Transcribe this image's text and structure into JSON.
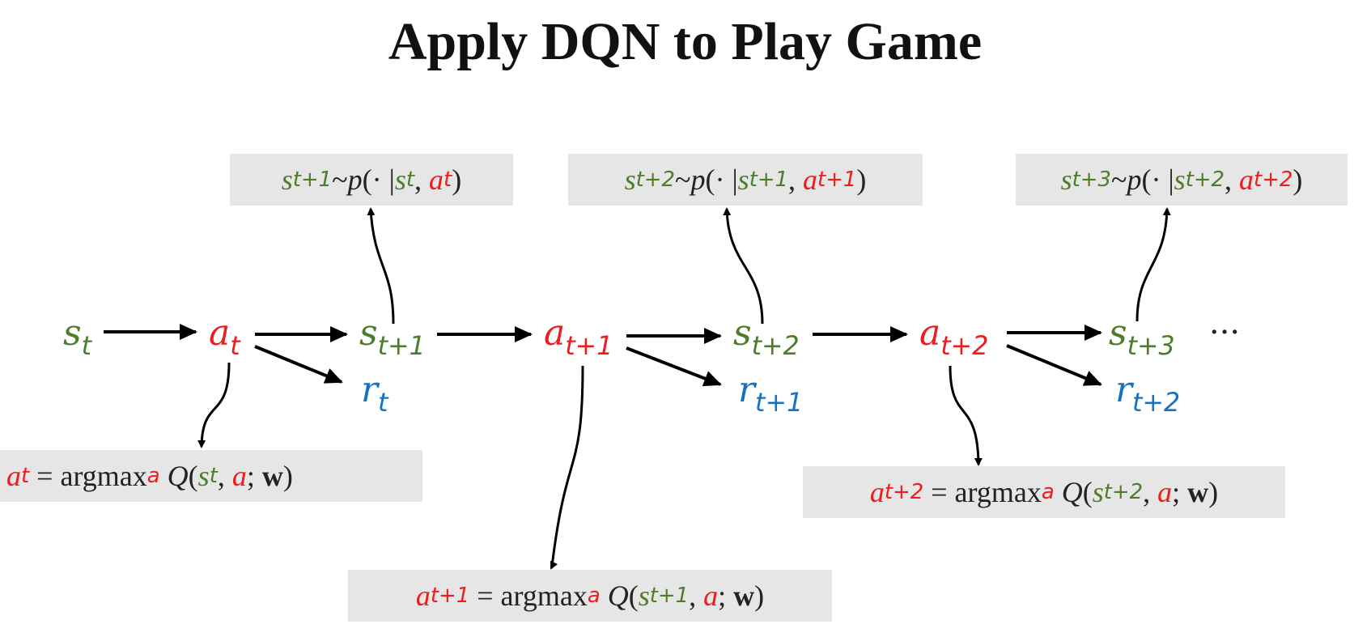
{
  "title": "Apply DQN to Play Game",
  "symbols": {
    "s": "s",
    "a": "a",
    "r": "r",
    "p": "p",
    "Q": "Q",
    "w": "w",
    "argmax": "argmax",
    "tilde": "~",
    "dot": "·",
    "eq": "=",
    "lparen": "(",
    "rparen": ")",
    "bar": "|",
    "comma": ",",
    "semicolon": ";"
  },
  "subscripts": {
    "t": "t",
    "t1": "t+1",
    "t2": "t+2",
    "t3": "t+3"
  },
  "ellipsis": "···",
  "colors": {
    "state": "#4e7d2a",
    "action": "#ee1c1c",
    "reward": "#1671c3",
    "box_bg": "#e6e6e6",
    "arrow": "#000000"
  }
}
